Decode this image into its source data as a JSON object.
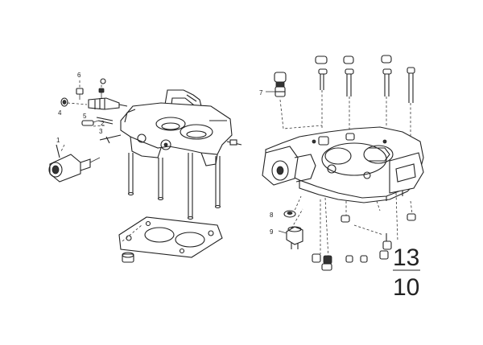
{
  "callouts": {
    "c1": "1",
    "c2": "2",
    "c3": "3",
    "c4": "4",
    "c5": "5",
    "c6": "6",
    "c7": "7",
    "c8": "8",
    "c9": "9"
  },
  "group_code": {
    "main": "13",
    "sub": "10"
  }
}
